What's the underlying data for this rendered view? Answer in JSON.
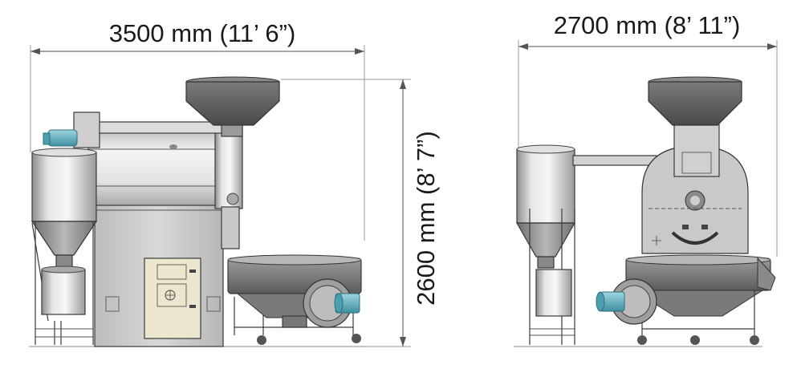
{
  "dimensions": {
    "width_label": "3500 mm (11’ 6”)",
    "depth_label": "2700 mm (8’ 11”)",
    "height_label": "2600 mm (8’ 7”)"
  },
  "colors": {
    "steel_light": "#d9d9d9",
    "steel_mid": "#a9a9a9",
    "steel_dark": "#5f5f5f",
    "motor_cyan": "#5fb3c3",
    "panel_cream": "#ece6cf",
    "dimension_line": "#777777"
  }
}
